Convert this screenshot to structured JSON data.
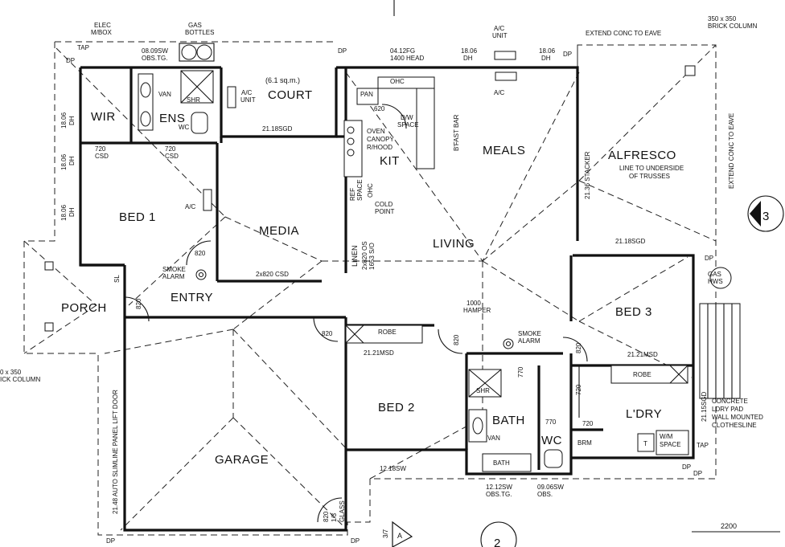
{
  "rooms": {
    "wir": "WIR",
    "ens": "ENS",
    "court": "COURT",
    "court_area": "(6.1 sq.m.)",
    "bed1": "BED 1",
    "media": "MEDIA",
    "porch": "PORCH",
    "entry": "ENTRY",
    "kit": "KIT",
    "meals": "MEALS",
    "living": "LIVING",
    "alfresco": "ALFRESCO",
    "bed3": "BED 3",
    "bed2": "BED 2",
    "bath": "BATH",
    "wc": "WC",
    "ldry": "L'DRY",
    "garage": "GARAGE",
    "linen": "LINEN"
  },
  "labels": {
    "elec": "ELEC",
    "mbox": "M/BOX",
    "gas": "GAS",
    "bottles": "BOTTLES",
    "tap": "TAP",
    "dp": "DP",
    "obs_1": "08.09SW",
    "obs_2": "OBS.TG.",
    "fg_1": "04.12FG",
    "fg_2": "1400 HEAD",
    "dh_1806": "18.06",
    "dh": "DH",
    "ac_unit_1": "A/C",
    "ac_unit_2": "UNIT",
    "ac": "A/C",
    "extend_eave": "EXTEND CONC TO EAVE",
    "brick_1": "350 x 350",
    "brick_2": "BRICK COLUMN",
    "brick_left_1": "0 x 350",
    "brick_left_2": "ICK COLUMN",
    "van": "VAN",
    "shr": "SHR",
    "wc_small": "WC",
    "pan": "PAN",
    "ohc": "OHC",
    "dw_1": "D/W",
    "dw_2": "SPACE",
    "oven": "OVEN",
    "canopy": "CANOPY",
    "rhood": "R/HOOD",
    "bfast_bar": "B'FAST BAR",
    "ref_1": "REF",
    "ref_2": "SPACE",
    "cold_1": "COLD",
    "cold_2": "POINT",
    "sgd_court": "21.18SGD",
    "sgd_alf": "21.18SGD",
    "stacker": "21.36 STACKER",
    "line_1": "LINE TO UNDERSIDE",
    "line_2": "OF TRUSSES",
    "extend_side": "EXTEND CONC TO EAVE",
    "csd_1": "720",
    "csd_2": "CSD",
    "d820": "820",
    "d620": "620",
    "d770": "770",
    "d720": "720",
    "smoke_1": "SMOKE",
    "smoke_2": "ALARM",
    "csd_media": "2x820 CSD",
    "os_1": "2x820 OS",
    "os_2": "1653 S/O",
    "sl": "SL",
    "gas_hws_1": "GAS",
    "gas_hws_2": "HWS",
    "hamper_1": "1000",
    "hamper_2": "HAMPER",
    "robe": "ROBE",
    "msd": "21.21MSD",
    "sgd_ldry": "21.15SGD",
    "concrete_1": "CONCRETE",
    "concrete_2": "LDRY PAD",
    "concrete_3": "WALL MOUNTED",
    "concrete_4": "CLOTHESLINE",
    "brm": "BRM",
    "wm_1": "W/M",
    "wm_2": "SPACE",
    "t": "T",
    "sw_12": "12.18SW",
    "sw_bath_1": "12.12SW",
    "sw_bath_2": "OBS.TG.",
    "sw_wc_1": "09.06SW",
    "sw_wc_2": "OBS.",
    "garage_door": "21.48 AUTO SLIMLINE PANEL LIFT DOOR",
    "glass_1": "820",
    "glass_2": "1/3",
    "glass_3": "GLASS",
    "dim_2200": "2200",
    "section_3": "3",
    "section_2": "2",
    "section_a": "A",
    "section_37": "3/7"
  }
}
